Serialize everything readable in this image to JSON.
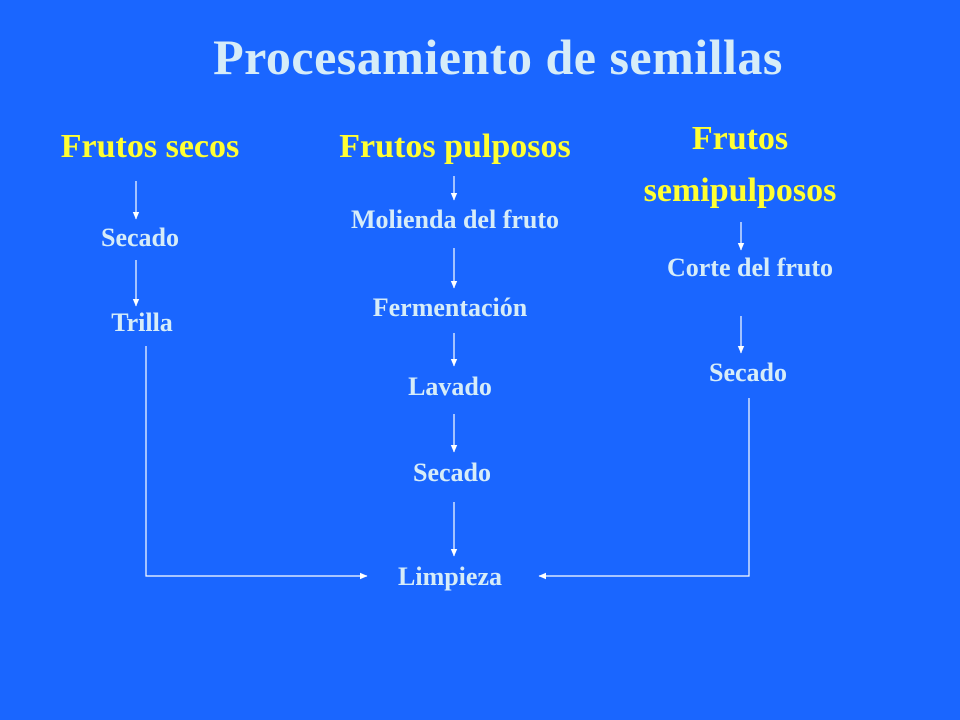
{
  "title": "Procesamiento de semillas",
  "columns": {
    "secos": {
      "header": "Frutos secos",
      "steps": [
        "Secado",
        "Trilla"
      ]
    },
    "pulposos": {
      "header": "Frutos pulposos",
      "steps": [
        "Molienda del fruto",
        "Fermentación",
        "Lavado",
        "Secado"
      ]
    },
    "semipulposos": {
      "header_line1": "Frutos",
      "header_line2": "semipulposos",
      "steps": [
        "Corte del fruto",
        "Secado"
      ]
    }
  },
  "final_step": "Limpieza",
  "colors": {
    "background": "#1a66ff",
    "header_text": "#ffff33",
    "step_text": "#d6ecf8",
    "connector": "#ffffff"
  }
}
